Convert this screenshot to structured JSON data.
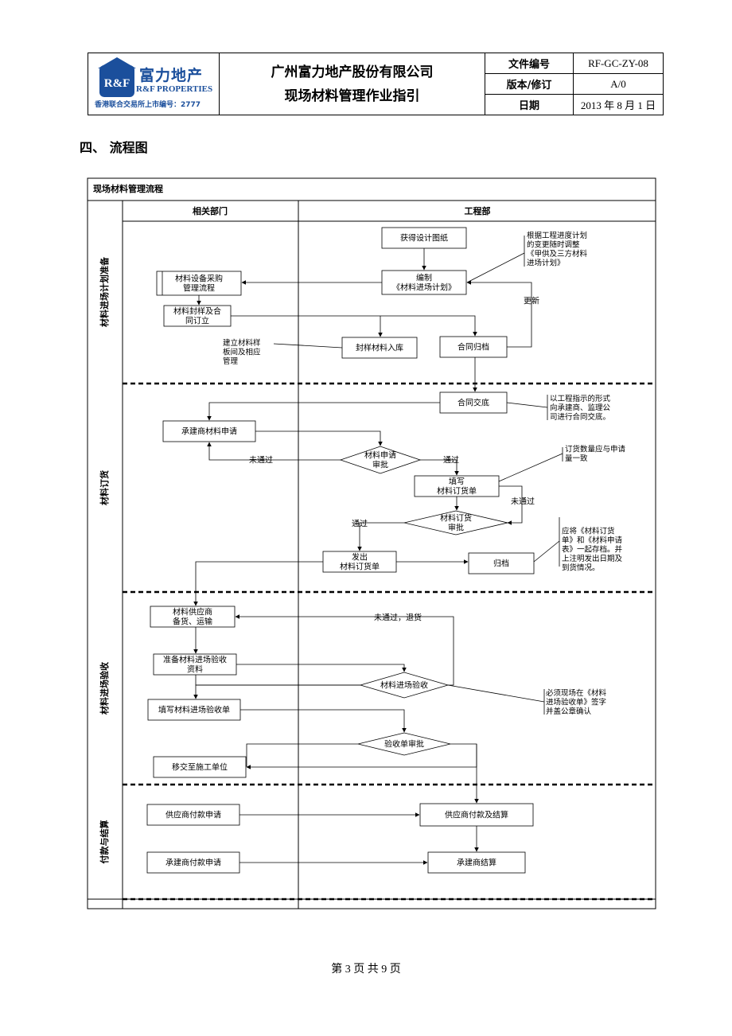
{
  "header": {
    "logo": {
      "company_cn": "富力地产",
      "company_en": "R&F PROPERTIES",
      "mark": "R&F",
      "stock": "香港联合交易所上市编号：2777"
    },
    "title_line1": "广州富力地产股份有限公司",
    "title_line2": "现场材料管理作业指引",
    "meta": [
      {
        "label": "文件编号",
        "value": "RF-GC-ZY-08"
      },
      {
        "label": "版本/修订",
        "value": "A/0"
      },
      {
        "label": "日期",
        "value": "2013 年 8 月 1 日"
      }
    ]
  },
  "section_title": "四、 流程图",
  "flowchart": {
    "title": "现场材料管理流程",
    "columns": [
      "相关部门",
      "工程部"
    ],
    "lanes": [
      "材料进场计划准备",
      "材料订货",
      "材料进场验收",
      "付款与结算"
    ],
    "boxes": {
      "b1": [
        "获得设计图纸"
      ],
      "b2": [
        "编制",
        "《材料进场计划》"
      ],
      "b3": [
        "材料设备采购",
        "管理流程"
      ],
      "b4": [
        "材料封样及合",
        "同订立"
      ],
      "b5": [
        "封样材料入库"
      ],
      "b6": [
        "合同归档"
      ],
      "b7": [
        "合同交底"
      ],
      "b8": [
        "承建商材料申请"
      ],
      "b9": [
        "填写",
        "材料订货单"
      ],
      "b10": [
        "发出",
        "材料订货单"
      ],
      "b11": [
        "归档"
      ],
      "b12": [
        "材料供应商",
        "备货、运输"
      ],
      "b13": [
        "准备材料进场验收",
        "资料"
      ],
      "b14": [
        "填写材料进场验收单"
      ],
      "b15": [
        "移交至施工单位"
      ],
      "b16": [
        "供应商付款申请"
      ],
      "b17": [
        "供应商付款及结算"
      ],
      "b18": [
        "承建商付款申请"
      ],
      "b19": [
        "承建商结算"
      ]
    },
    "diamonds": {
      "d1": [
        "材料申请",
        "审批"
      ],
      "d2": [
        "材料订货",
        "审批"
      ],
      "d3": [
        "材料进场验收"
      ],
      "d4": [
        "验收单审批"
      ]
    },
    "edge_labels": {
      "e1": "更新",
      "e2": "未通过",
      "e3": "通过",
      "e4": "未通过",
      "e5": "通过",
      "e6": "未通过，退货"
    },
    "notes": {
      "n1": [
        "根据工程进度计划",
        "的变更随时调整",
        "《甲供及三方材料",
        "进场计划》"
      ],
      "n2": [
        "建立材料样",
        "板间及相应",
        "管理"
      ],
      "n3": [
        "以工程指示的形式",
        "向承建商、监理公",
        "司进行合同交底。"
      ],
      "n4": [
        "订货数量应与申请",
        "量一致"
      ],
      "n5": [
        "应将《材料订货",
        "单》和《材料申请",
        "表》一起存档。并",
        "上注明发出日期及",
        "到货情况。"
      ],
      "n6": [
        "必须现场在《材料",
        "进场验收单》签字",
        "并盖公章确认"
      ]
    }
  },
  "footer": "第 3 页  共 9 页"
}
